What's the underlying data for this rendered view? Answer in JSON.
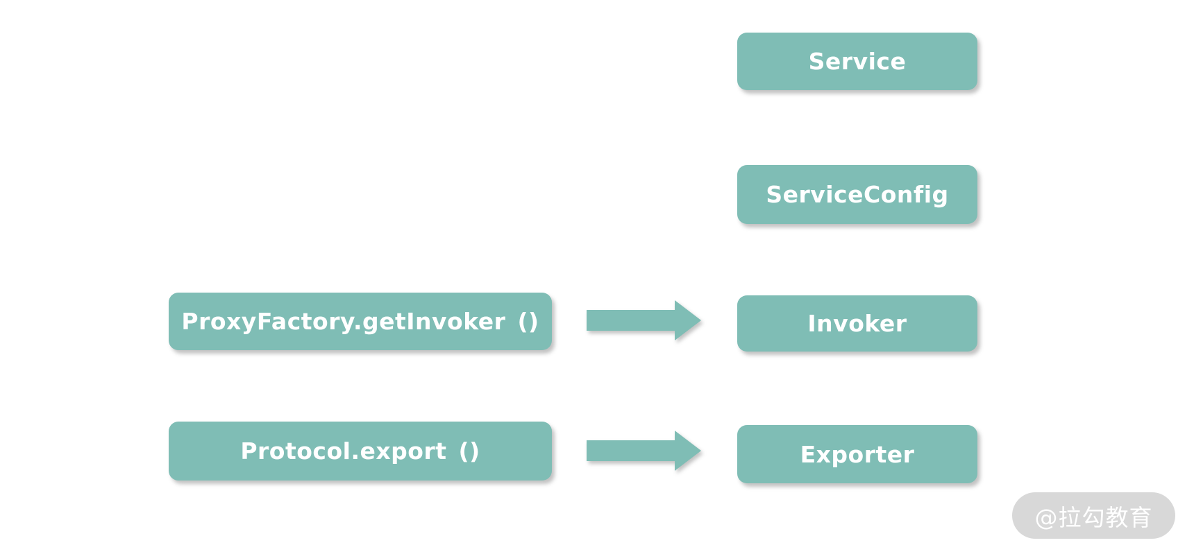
{
  "colors": {
    "background": "#ffffff",
    "node_fill": "#7fbdb5",
    "node_text": "#ffffff",
    "watermark_fill": "#d8d8d8",
    "watermark_text": "#ffffff"
  },
  "diagram": {
    "right_column": {
      "service": {
        "label": "Service"
      },
      "service_config": {
        "label": "ServiceConfig"
      },
      "invoker": {
        "label": "Invoker"
      },
      "exporter": {
        "label": "Exporter"
      }
    },
    "left_column": {
      "proxy_factory_get_invoker": {
        "label": "ProxyFactory.getInvoker ()"
      },
      "protocol_export": {
        "label": "Protocol.export ()"
      }
    },
    "arrows": [
      {
        "name": "proxy-factory-to-invoker",
        "direction": "right"
      },
      {
        "name": "protocol-to-exporter",
        "direction": "right"
      }
    ]
  },
  "watermark": {
    "label": "@拉勾教育"
  }
}
